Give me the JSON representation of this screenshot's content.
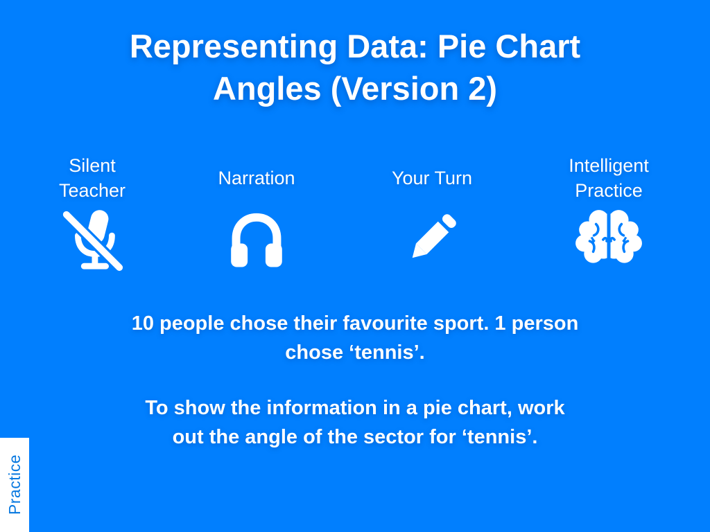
{
  "slide": {
    "title": {
      "line1": "Representing Data: Pie Chart",
      "line2": "Angles (Version 2)"
    },
    "features": [
      {
        "line1": "Silent",
        "line2": "Teacher",
        "icon": "microphone-muted-icon"
      },
      {
        "line1": "Narration",
        "line2": "",
        "icon": "headphones-icon"
      },
      {
        "line1": "Your Turn",
        "line2": "",
        "icon": "pencil-icon"
      },
      {
        "line1": "Intelligent",
        "line2": "Practice",
        "icon": "brain-icon"
      }
    ],
    "body": {
      "p1_line1": "10 people chose their favourite sport. 1 person",
      "p1_line2": "chose ‘tennis’.",
      "p2_line1": "To show the information in a pie chart, work",
      "p2_line2": "out the angle of the sector for ‘tennis’."
    },
    "side_tab": {
      "label": "Practice"
    },
    "colors": {
      "background": "#017FFE",
      "text": "#FFFFFF",
      "tab_background": "#FFFFFF",
      "tab_text": "#0778E0",
      "title_shadow": "#0A4691"
    }
  }
}
